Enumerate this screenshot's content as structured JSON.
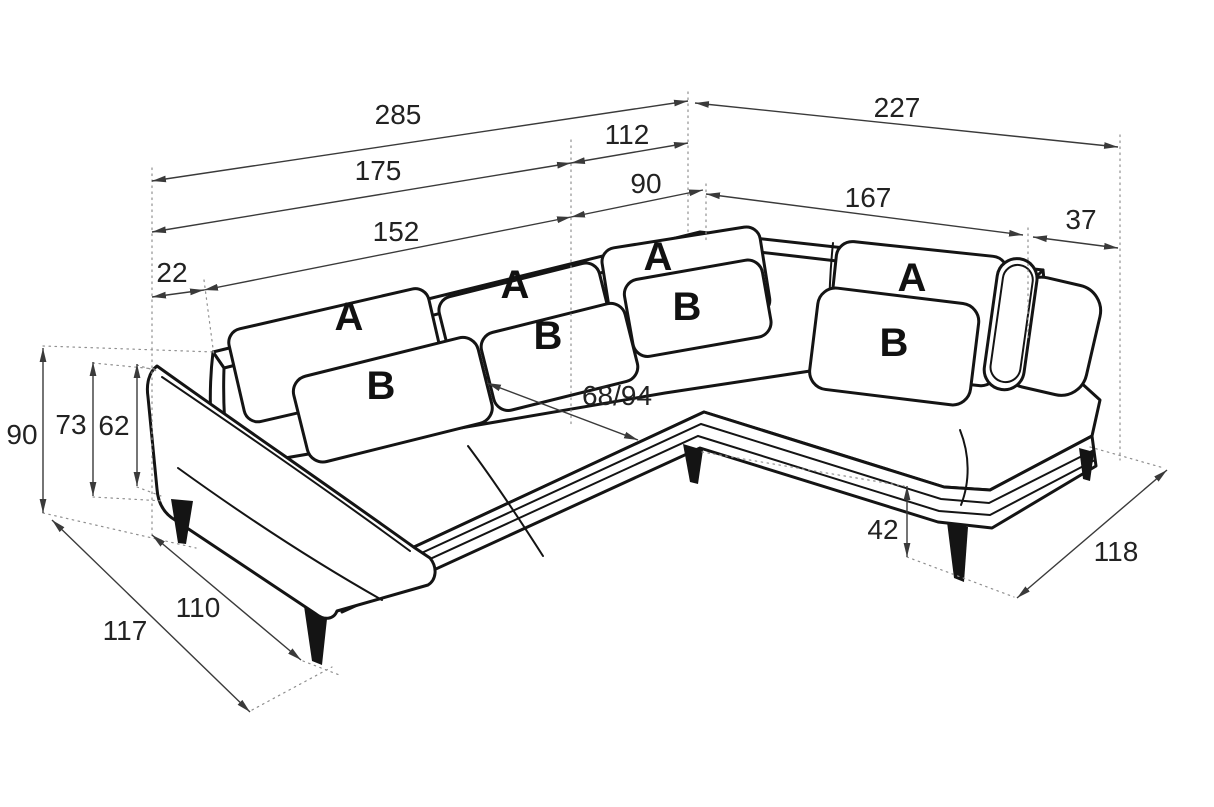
{
  "diagram": {
    "type": "corner-sofa-dimension-drawing",
    "cushions": {
      "back": "A",
      "lumbar": "B"
    },
    "dims": {
      "left_total": "285",
      "left_seat_a": "175",
      "left_seat_b": "112",
      "arm_width": "22",
      "seat_width": "152",
      "corner_seat": "90",
      "right_total": "227",
      "right_seat": "167",
      "right_arm": "37",
      "height_total": "90",
      "height_back": "73",
      "height_arm": "62",
      "depth_total": "117",
      "depth_base": "110",
      "seat_depth": "68/94",
      "base_height": "42",
      "chaise_depth": "118"
    },
    "colors": {
      "outline": "#141414",
      "dimension": "#3a3a3a",
      "extension": "#8f8f8f",
      "background": "#ffffff"
    }
  }
}
